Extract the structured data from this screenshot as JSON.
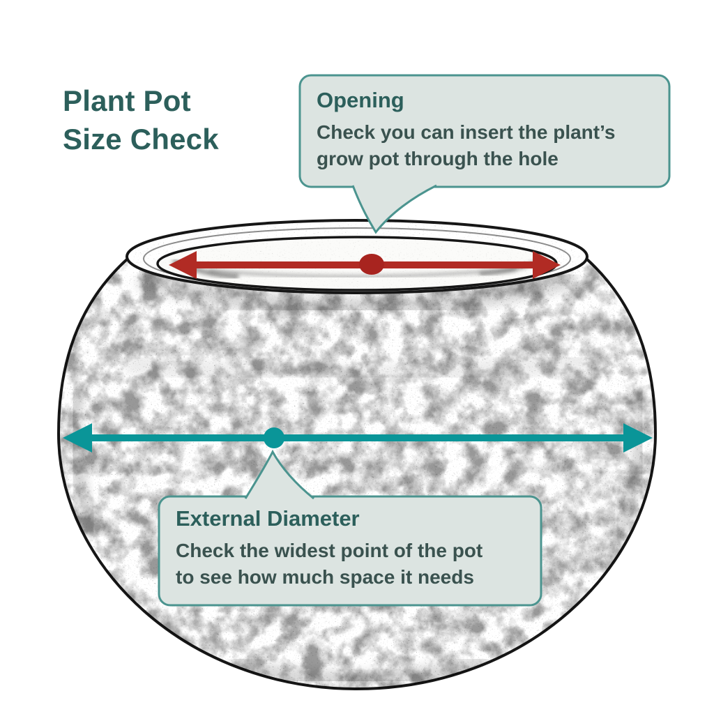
{
  "title": {
    "line1": "Plant Pot",
    "line2": "Size Check"
  },
  "callouts": {
    "opening": {
      "title": "Opening",
      "body_lines": [
        "Check you can insert the plant’s",
        "grow pot through the hole"
      ]
    },
    "external_diameter": {
      "title": "External Diameter",
      "body_lines": [
        "Check the widest point of the pot",
        "to see how much space it needs"
      ]
    }
  },
  "diagram": {
    "subject": "plant-pot-sketch",
    "opening_marker": "red-double-headed-arrow-with-center-dot",
    "external_marker": "teal-double-headed-arrow-with-center-dot"
  },
  "colors": {
    "background": "#ffffff",
    "heading_text": "#2c5f5b",
    "body_text": "#3a524f",
    "callout_fill": "#dce4e1",
    "callout_border": "#4b948f",
    "opening_arrow_red": "#b12b24",
    "opening_dot_red": "#a8241f",
    "external_arrow_teal": "#0a9598",
    "pot_outline": "#161616"
  }
}
